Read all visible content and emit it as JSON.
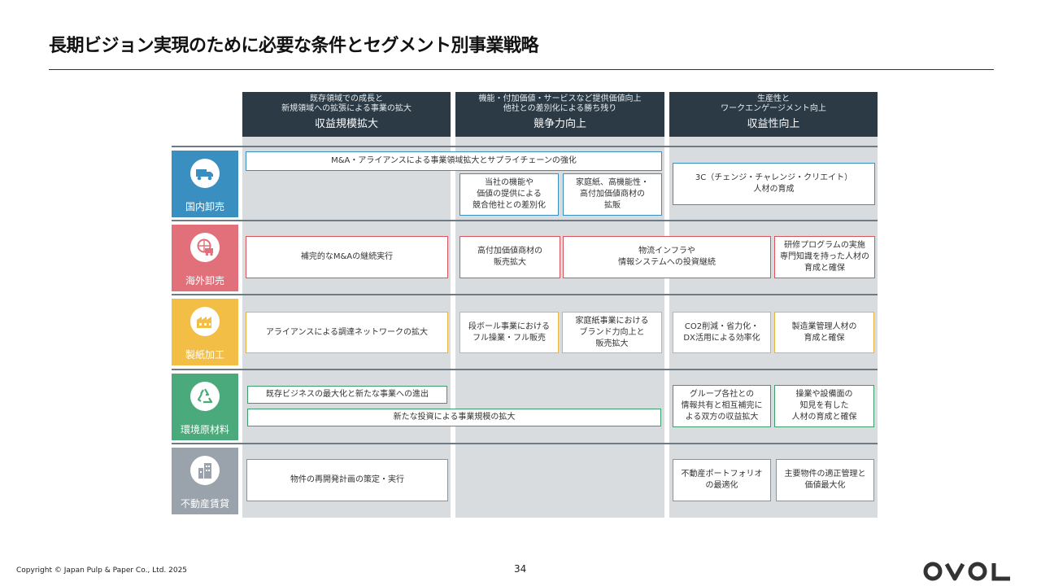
{
  "title": "長期ビジョン実現のために必要な条件とセグメント別事業戦略",
  "columns": [
    {
      "sub": "既存領域での成長と\n新規領域への拡張による事業の拡大",
      "main": "収益規模拡大"
    },
    {
      "sub": "機能・付加価値・サービスなど提供価値向上\n他社との差別化による勝ち残り",
      "main": "競争力向上"
    },
    {
      "sub": "生産性と\nワークエンゲージメント向上",
      "main": "収益性向上"
    }
  ],
  "segments": [
    {
      "label": "国内卸売",
      "color": "#3a8fc1",
      "icon": "truck-icon"
    },
    {
      "label": "海外卸売",
      "color": "#e2707a",
      "icon": "globe-truck-icon"
    },
    {
      "label": "製紙加工",
      "color": "#f2be45",
      "icon": "factory-icon"
    },
    {
      "label": "環境原材料",
      "color": "#4aaa7b",
      "icon": "recycle-icon"
    },
    {
      "label": "不動産賃貸",
      "color": "#9aa3ab",
      "icon": "building-icon"
    }
  ],
  "boxes": {
    "domestic_ma": "M&A・アライアンスによる事業領域拡大とサプライチェーンの強化",
    "domestic_func": "当社の機能や\n価値の提供による\n競合他社との差別化",
    "domestic_household": "家庭紙、高機能性・\n高付加価値商材の\n拡販",
    "domestic_3c": "3C（チェンジ・チャレンジ・クリエイト）\n人材の育成",
    "overseas_ma": "補完的なM&Aの継続実行",
    "overseas_value": "高付加価値商材の\n販売拡大",
    "overseas_logistics": "物流インフラや\n情報システムへの投資継続",
    "overseas_training": "研修プログラムの実施\n専門知識を持った人材の\n育成と確保",
    "paper_alliance": "アライアンスによる調達ネットワークの拡大",
    "paper_cardboard": "段ボール事業における\nフル操業・フル販売",
    "paper_household": "家庭紙事業における\nブランド力向上と\n販売拡大",
    "paper_co2": "CO2削減・省力化・\nDX活用による効率化",
    "paper_hr": "製造業管理人材の\n育成と確保",
    "env_existing": "既存ビジネスの最大化と新たな事業への進出",
    "env_investment": "新たな投資による事業規模の拡大",
    "env_group": "グループ各社との\n情報共有と相互補完に\nよる双方の収益拡大",
    "env_hr": "操業や設備面の\n知見を有した\n人材の育成と確保",
    "re_redevelop": "物件の再開発計画の策定・実行",
    "re_portfolio": "不動産ポートフォリオ\nの最適化",
    "re_property": "主要物件の適正管理と\n価値最大化"
  },
  "footer": {
    "copyright": "Copyright © Japan Pulp & Paper Co., Ltd. 2025",
    "page_number": "34",
    "logo": "OVOL"
  }
}
